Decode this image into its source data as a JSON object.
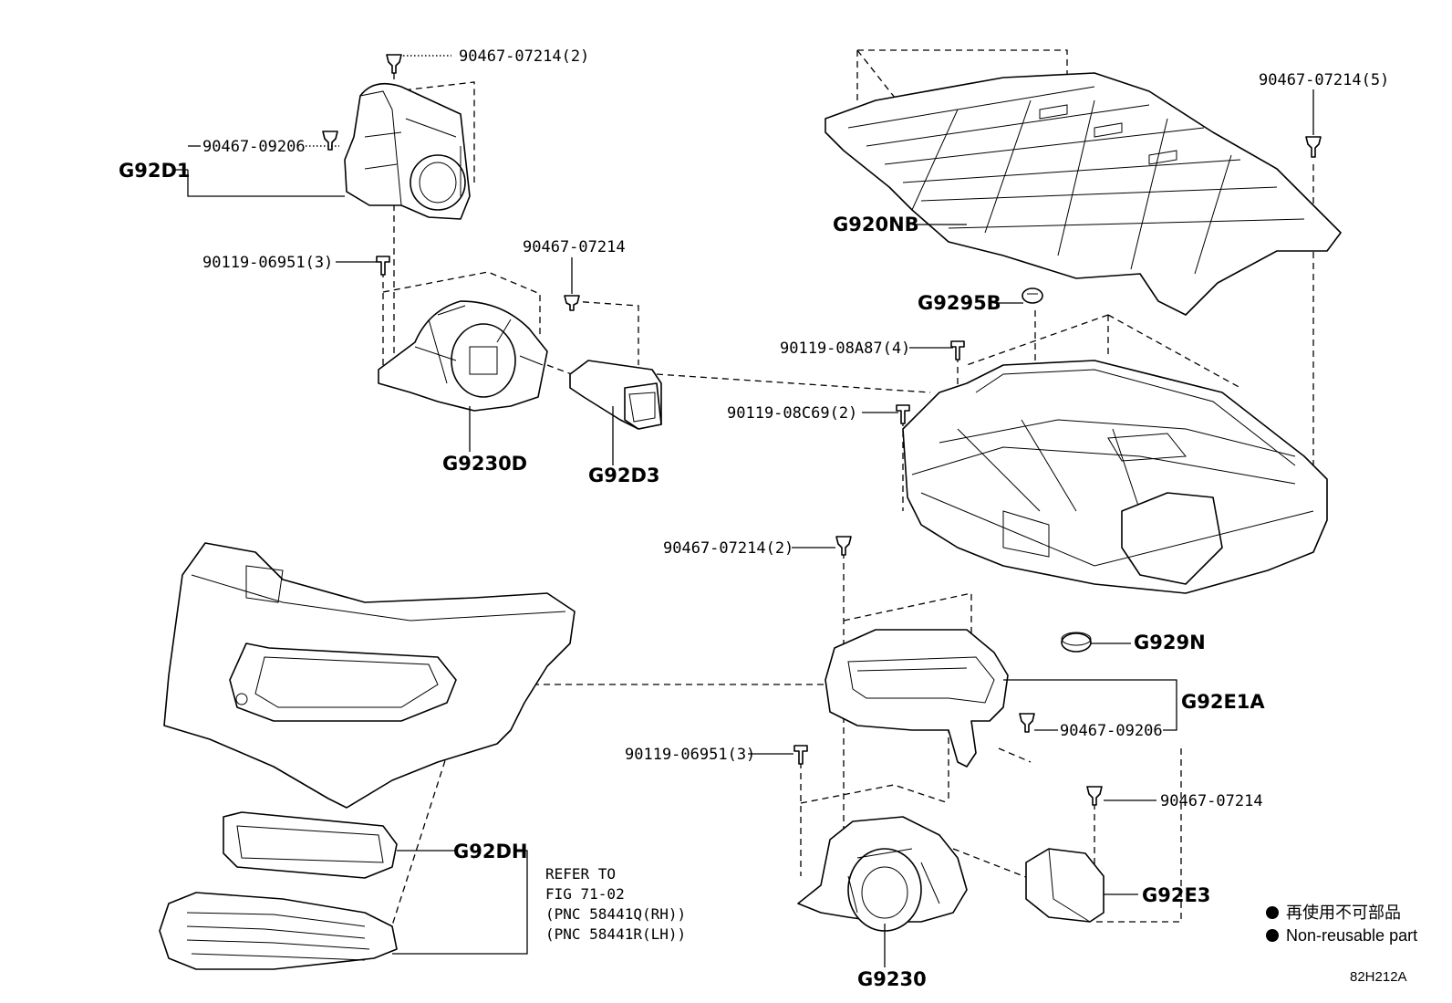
{
  "labels": {
    "c_90467_07214_2_top": "90467-07214(2)",
    "c_90467_09206_top": "90467-09206",
    "g92d1": "G92D1",
    "c_90119_06951_3_top": "90119-06951(3)",
    "c_90467_07214_mid": "90467-07214",
    "g9230d": "G9230D",
    "g92d3": "G92D3",
    "c_90467_07214_5": "90467-07214(5)",
    "g920nb": "G920NB",
    "g9295b": "G9295B",
    "c_90119_08a87_4": "90119-08A87(4)",
    "c_90119_08c69_2": "90119-08C69(2)",
    "c_90467_07214_2_mid": "90467-07214(2)",
    "g929n": "G929N",
    "g92e1a": "G92E1A",
    "c_90467_09206_low": "90467-09206",
    "c_90119_06951_3_low": "90119-06951(3)",
    "c_90467_07214_low": "90467-07214",
    "g92e3": "G92E3",
    "g9230": "G9230",
    "g92dh": "G92DH"
  },
  "refer_note": {
    "line1": "REFER TO",
    "line2": "FIG 71-02",
    "line3": "(PNC 58441Q(RH))",
    "line4": "(PNC 58441R(LH))"
  },
  "legend": {
    "line_jp": "再使用不可部品",
    "line_en": "Non-reusable part"
  },
  "figure_code": "82H212A"
}
